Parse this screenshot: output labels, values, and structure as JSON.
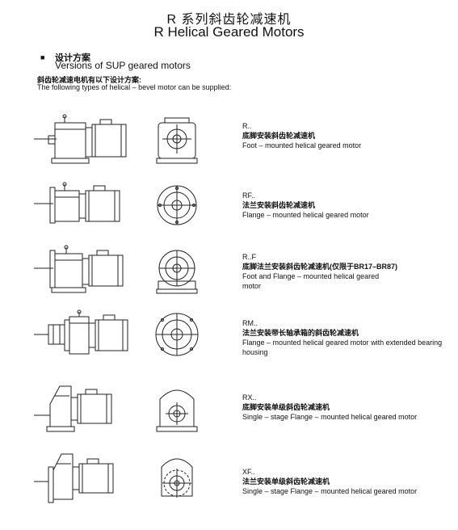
{
  "header": {
    "title_cn": "R 系列斜齿轮减速机",
    "title_en": "R Helical Geared Motors"
  },
  "section": {
    "bullet": "■",
    "title_cn": "设计方案",
    "title_en": "Versions of SUP geared motors",
    "intro_cn": "斜齿轮减速电机有以下设计方案:",
    "intro_en": "The following types of helical – bevel motor can be supplied:"
  },
  "versions": [
    {
      "code": "R..",
      "name_cn": "底脚安装斜齿轮减速机",
      "name_en": "Foot – mounted helical geared motor"
    },
    {
      "code": "RF..",
      "name_cn": "法兰安装斜齿轮减速机",
      "name_en": "Flange – mounted helical geared motor"
    },
    {
      "code": "R..F",
      "name_cn": "底脚法兰安装斜齿轮减速机(仅限于BR17–BR87)",
      "name_en": "Foot and Flange – mounted helical geared motor"
    },
    {
      "code": "RM..",
      "name_cn": "法兰安装带长轴承箱的斜齿轮减速机",
      "name_en": "Flange – mounted helical geared motor with extended bearing housing"
    },
    {
      "code": "RX..",
      "name_cn": "底脚安装单级斜齿轮减速机",
      "name_en": "Single – stage Flange – mounted helical geared motor"
    },
    {
      "code": "XF..",
      "name_cn": "法兰安装单级斜齿轮减速机",
      "name_en": "Single – stage Flange – mounted helical geared motor"
    }
  ]
}
